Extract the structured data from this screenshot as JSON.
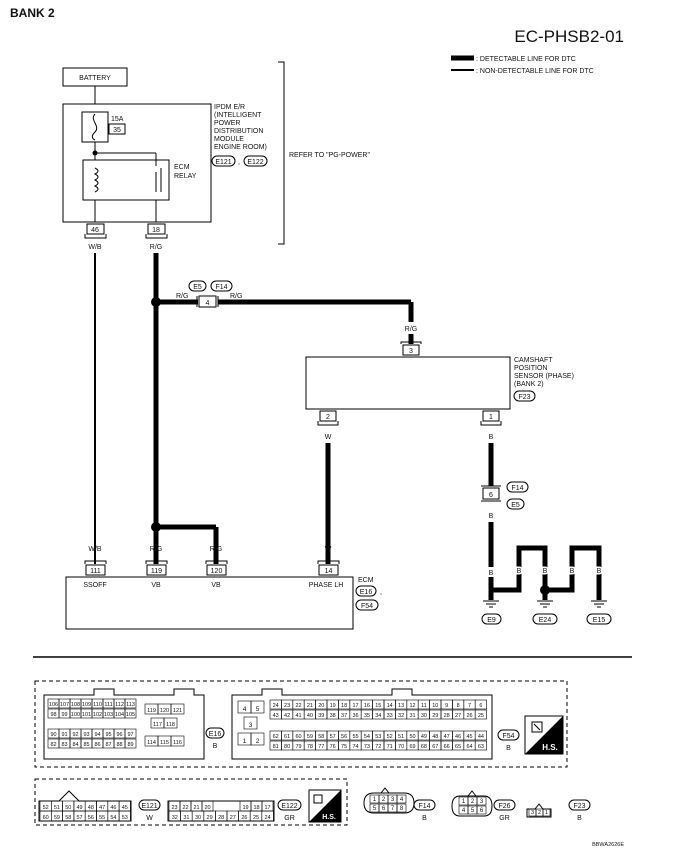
{
  "title": "BANK 2",
  "diagram_id": "EC-PHSB2-01",
  "legend": {
    "detectable": ": DETECTABLE LINE FOR DTC",
    "non_detectable": ": NON-DETECTABLE LINE FOR DTC"
  },
  "battery": "BATTERY",
  "ipdm": {
    "lines": [
      "IPDM E/R",
      "(INTELLIGENT",
      "POWER",
      "DISTRIBUTION",
      "MODULE",
      "ENGINE ROOM)"
    ],
    "connectors": [
      "E121",
      "E122"
    ],
    "fuse_amp": "15A",
    "fuse_num": "35",
    "relay": [
      "ECM",
      "RELAY"
    ],
    "pin_left": "46",
    "pin_right": "18",
    "refer": "REFER TO \"PG-POWER\"",
    "comma": ","
  },
  "wires": {
    "wb": "W/B",
    "rg": "R/G",
    "w": "W",
    "b": "B"
  },
  "joint": {
    "connectors": [
      "E5",
      "F14"
    ],
    "pin": "4"
  },
  "camshaft": {
    "lines": [
      "CAMSHAFT",
      "POSITION",
      "SENSOR (PHASE)",
      "(BANK 2)"
    ],
    "connector": "F23",
    "pin_top": "3",
    "pin_left": "2",
    "pin_right": "1"
  },
  "joint2": {
    "connectors": [
      "F14",
      "E5"
    ],
    "pin": "6"
  },
  "ecm": {
    "label": "ECM",
    "connectors": [
      "E16",
      "F54"
    ],
    "comma": ",",
    "pins": [
      "111",
      "119",
      "120",
      "14"
    ],
    "terms": [
      "SSOFF",
      "VB",
      "VB",
      "PHASE LH"
    ]
  },
  "grounds": [
    "E9",
    "E24",
    "E15"
  ],
  "conn_e16": {
    "row1": [
      "106",
      "107",
      "108",
      "109",
      "110",
      "111",
      "112",
      "113"
    ],
    "row2": [
      "98",
      "99",
      "100",
      "101",
      "102",
      "103",
      "104",
      "105"
    ],
    "row3": [
      "90",
      "91",
      "92",
      "93",
      "94",
      "95",
      "96",
      "97"
    ],
    "row4": [
      "82",
      "83",
      "84",
      "85",
      "86",
      "87",
      "88",
      "89"
    ],
    "mid_top": [
      "119",
      "120",
      "121"
    ],
    "mid_mid": [
      "117",
      "118"
    ],
    "mid_bot": [
      "114",
      "115",
      "116"
    ],
    "name": "E16",
    "color": "B"
  },
  "conn_f54": {
    "small": [
      "4",
      "5",
      "3",
      "1",
      "2"
    ],
    "row1": [
      "24",
      "23",
      "22",
      "21",
      "20",
      "19",
      "18",
      "17",
      "16",
      "15",
      "14",
      "13",
      "12",
      "11",
      "10",
      "9",
      "8",
      "7",
      "6"
    ],
    "row2": [
      "43",
      "42",
      "41",
      "40",
      "39",
      "38",
      "37",
      "36",
      "35",
      "34",
      "33",
      "32",
      "31",
      "30",
      "29",
      "28",
      "27",
      "26",
      "25"
    ],
    "row3": [
      "62",
      "61",
      "60",
      "59",
      "58",
      "57",
      "56",
      "55",
      "54",
      "53",
      "52",
      "51",
      "50",
      "49",
      "48",
      "47",
      "46",
      "45",
      "44"
    ],
    "row4": [
      "81",
      "80",
      "79",
      "78",
      "77",
      "76",
      "75",
      "74",
      "73",
      "72",
      "71",
      "70",
      "69",
      "68",
      "67",
      "66",
      "65",
      "64",
      "63"
    ],
    "name": "F54",
    "color": "B"
  },
  "hs": "H.S.",
  "conn_e121": {
    "row1": [
      "52",
      "51",
      "50",
      "49",
      "48",
      "47",
      "46",
      "45"
    ],
    "row2": [
      "60",
      "59",
      "58",
      "57",
      "56",
      "55",
      "54",
      "53"
    ],
    "name": "E121",
    "color": "W"
  },
  "conn_e122": {
    "row1": [
      "23",
      "22",
      "21",
      "20",
      "19",
      "18",
      "17"
    ],
    "row2": [
      "32",
      "31",
      "30",
      "29",
      "28",
      "27",
      "26",
      "25",
      "24"
    ],
    "name": "E122",
    "color": "GR"
  },
  "conn_f14": {
    "top": [
      "1",
      "2",
      "3",
      "4"
    ],
    "bot": [
      "5",
      "6",
      "7",
      "8"
    ],
    "name": "F14",
    "color": "B"
  },
  "conn_f26": {
    "top": [
      "1",
      "2",
      "3"
    ],
    "bot": [
      "4",
      "5",
      "6"
    ],
    "name": "F26",
    "color": "GR"
  },
  "conn_f23": {
    "pins": [
      "3",
      "2",
      "1"
    ],
    "name": "F23",
    "color": "B"
  },
  "footer_code": "BBWA2626E"
}
